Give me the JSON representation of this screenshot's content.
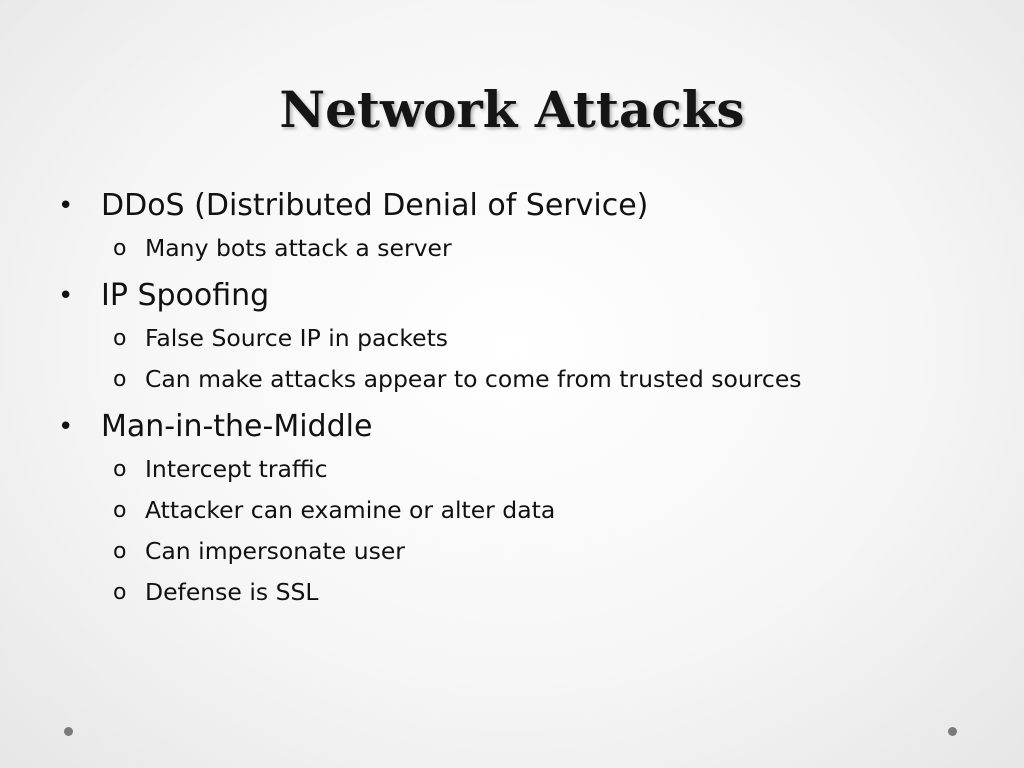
{
  "slide": {
    "title": "Network Attacks",
    "bullet_marker": "•",
    "sub_marker": "o",
    "bullets": [
      {
        "text": "DDoS (Distributed Denial of Service)",
        "subs": [
          "Many bots attack a server"
        ]
      },
      {
        "text": "IP Spoofing",
        "subs": [
          "False Source IP in packets",
          "Can make attacks appear to come from trusted sources"
        ]
      },
      {
        "text": "Man-in-the-Middle",
        "subs": [
          "Intercept traffic",
          "Attacker can examine or alter data",
          "Can impersonate user",
          "Defense is SSL"
        ]
      }
    ]
  },
  "colors": {
    "text": "#111111",
    "decor_dot": "#7a7a7a"
  }
}
